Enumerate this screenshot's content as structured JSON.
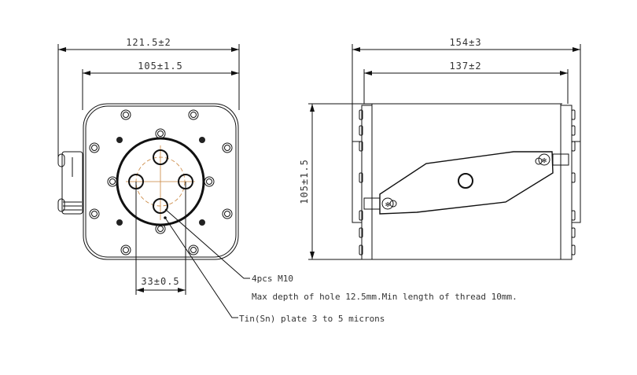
{
  "front_view": {
    "dim_overall_width": "121.5±2",
    "dim_body_width": "105±1.5",
    "dim_hole_spacing": "33±0.5",
    "note_thread_title": "4pcs M10",
    "note_thread_detail": "Max depth of hole 12.5mm.Min length of thread 10mm.",
    "note_plating": "Tin(Sn) plate 3 to 5 microns"
  },
  "side_view": {
    "dim_overall_length": "154±3",
    "dim_body_length": "137±2",
    "dim_height": "105±1.5"
  },
  "colors": {
    "line": "#111111",
    "centerline": "#c8833a"
  }
}
